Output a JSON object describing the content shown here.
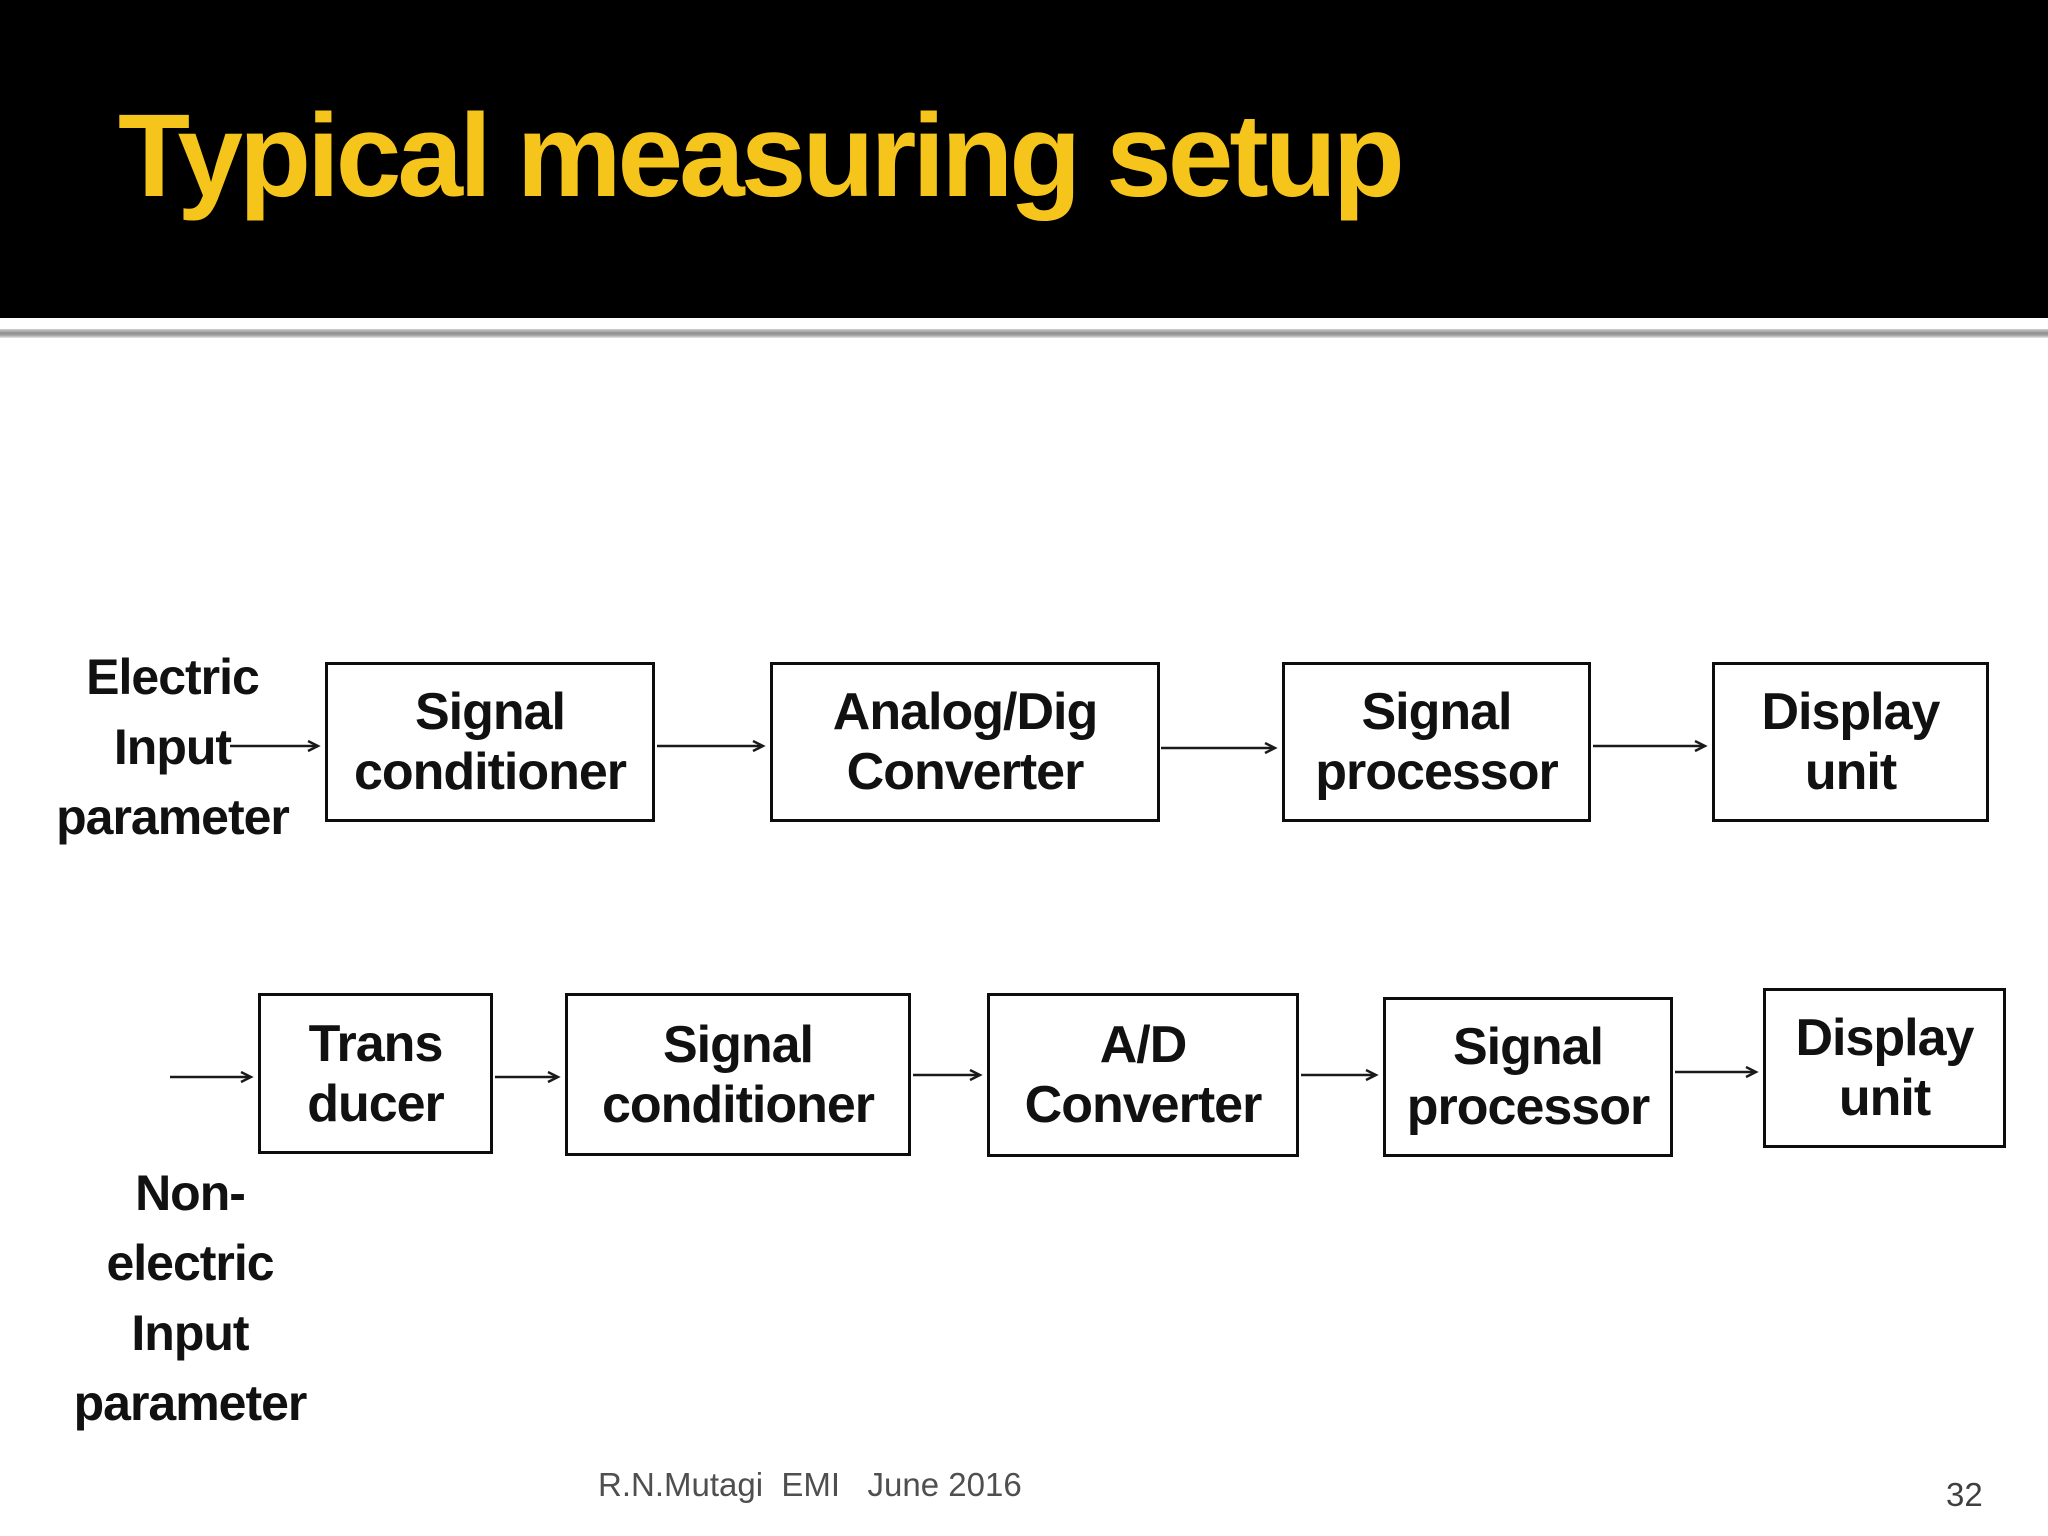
{
  "slide": {
    "title": "Typical measuring setup",
    "footer": "R.N.Mutagi  EMI   June 2016",
    "page_number": "32",
    "colors": {
      "banner_bg": "#000000",
      "title_text": "#F6C51B",
      "box_border": "#0D0D0D",
      "box_text": "#111111",
      "footer_text": "#4F4F4F"
    }
  },
  "diagram": {
    "row1": {
      "input_label": "Electric\nInput\nparameter",
      "boxes": [
        {
          "label": "Signal\nconditioner"
        },
        {
          "label": "Analog/Dig\nConverter"
        },
        {
          "label": "Signal\nprocessor"
        },
        {
          "label": "Display\nunit"
        }
      ]
    },
    "row2": {
      "input_label": "Non-\nelectric\nInput\nparameter",
      "boxes": [
        {
          "label": "Trans\nducer"
        },
        {
          "label": "Signal\nconditioner"
        },
        {
          "label": "A/D\nConverter"
        },
        {
          "label": "Signal\nprocessor"
        },
        {
          "label": "Display\nunit"
        }
      ]
    }
  }
}
